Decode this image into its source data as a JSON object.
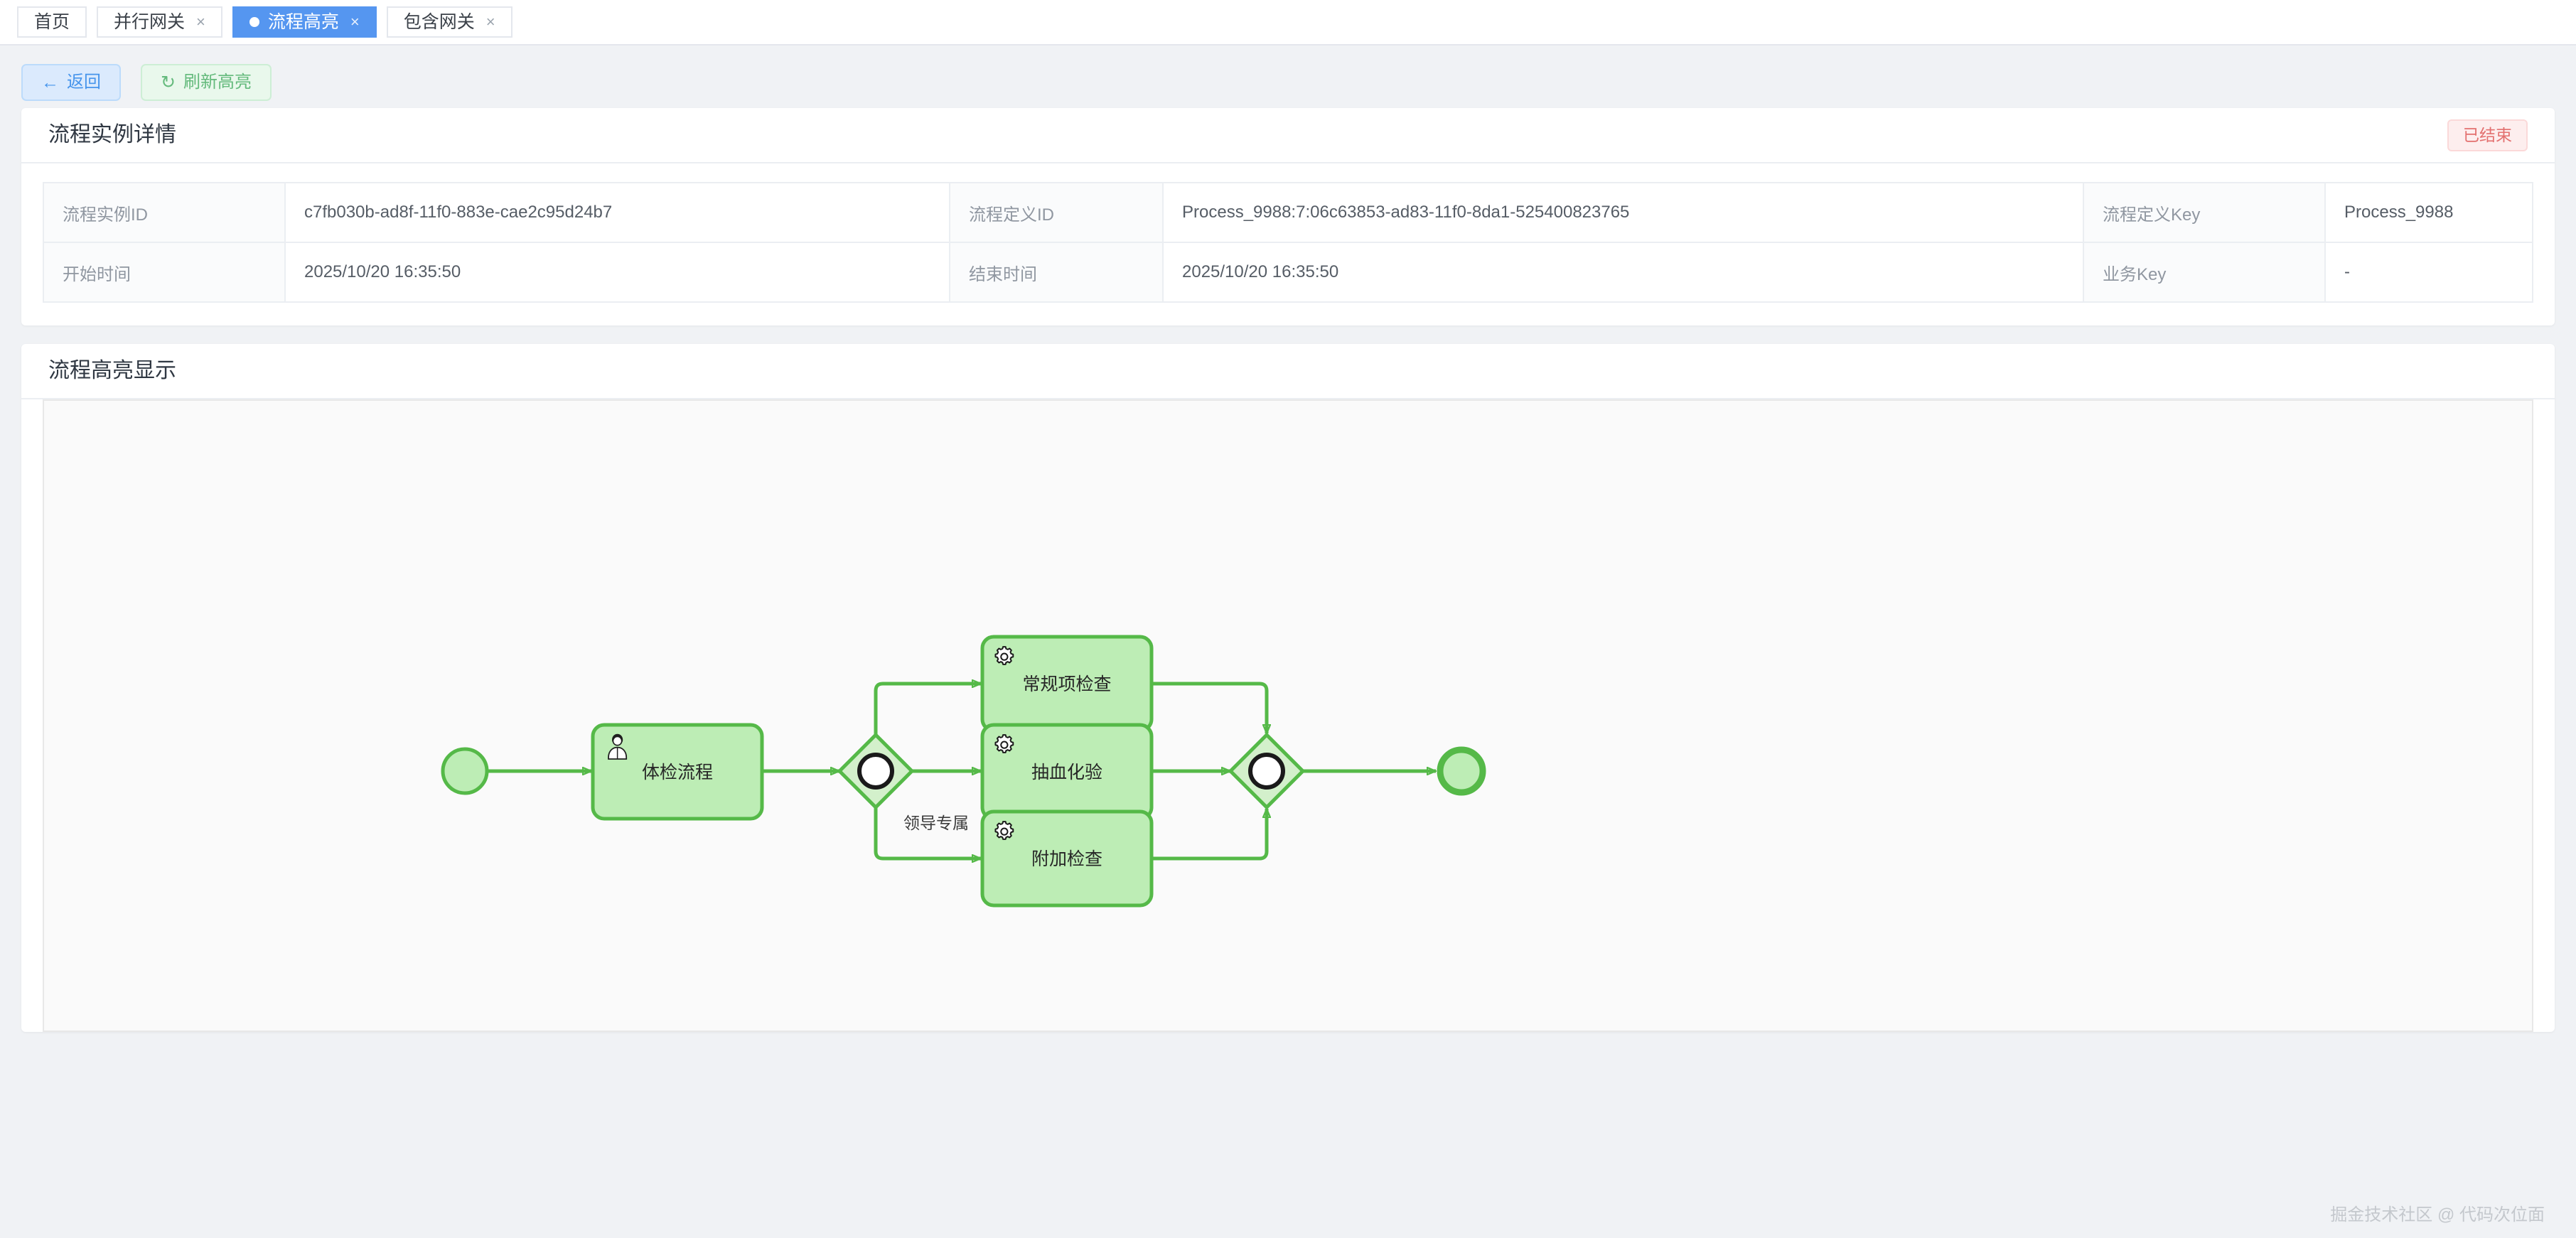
{
  "tabs": [
    {
      "label": "首页",
      "closable": false,
      "active": false
    },
    {
      "label": "并行网关",
      "closable": true,
      "active": false,
      "close_glyph": "×"
    },
    {
      "label": "流程高亮",
      "closable": true,
      "active": true,
      "close_glyph": "×"
    },
    {
      "label": "包含网关",
      "closable": true,
      "active": false,
      "close_glyph": "×"
    }
  ],
  "toolbar": {
    "back_label": "返回",
    "back_icon": "arrow-left-icon",
    "back_glyph": "←",
    "refresh_label": "刷新高亮",
    "refresh_icon": "refresh-icon",
    "refresh_glyph": "↻"
  },
  "detail_card": {
    "title": "流程实例详情",
    "status_badge": "已结束",
    "rows": [
      [
        {
          "label": "流程实例ID",
          "value": "c7fb030b-ad8f-11f0-883e-cae2c95d24b7"
        },
        {
          "label": "流程定义ID",
          "value": "Process_9988:7:06c63853-ad83-11f0-8da1-525400823765"
        },
        {
          "label": "流程定义Key",
          "value": "Process_9988"
        }
      ],
      [
        {
          "label": "开始时间",
          "value": "2025/10/20 16:35:50"
        },
        {
          "label": "结束时间",
          "value": "2025/10/20 16:35:50"
        },
        {
          "label": "业务Key",
          "value": "-"
        }
      ]
    ]
  },
  "diagram_card": {
    "title": "流程高亮显示",
    "nodes": {
      "start_event": {
        "type": "start-event",
        "label": ""
      },
      "user_task": {
        "type": "user-task",
        "label": "体检流程",
        "icon": "user-icon"
      },
      "split_gateway": {
        "type": "inclusive-gateway",
        "label": ""
      },
      "task_top": {
        "type": "service-task",
        "label": "常规项检查",
        "icon": "gear-icon"
      },
      "task_middle": {
        "type": "service-task",
        "label": "抽血化验",
        "icon": "gear-icon"
      },
      "task_bottom": {
        "type": "service-task",
        "label": "附加检查",
        "icon": "gear-icon"
      },
      "join_gateway": {
        "type": "inclusive-gateway",
        "label": ""
      },
      "end_event": {
        "type": "end-event",
        "label": ""
      }
    },
    "edge_labels": {
      "to_bottom_task": "领导专属"
    },
    "colors": {
      "highlight_stroke": "#55b948",
      "highlight_fill": "#bdedb5",
      "gateway_fill": "#d3f0cb",
      "canvas_bg": "#fafafa"
    }
  },
  "watermark": "掘金技术社区 @ 代码次位面",
  "theme": {
    "page_bg": "#f0f2f5",
    "accent_blue": "#5596f0",
    "accent_green": "#64ba7c",
    "danger_red": "#e3706f"
  }
}
